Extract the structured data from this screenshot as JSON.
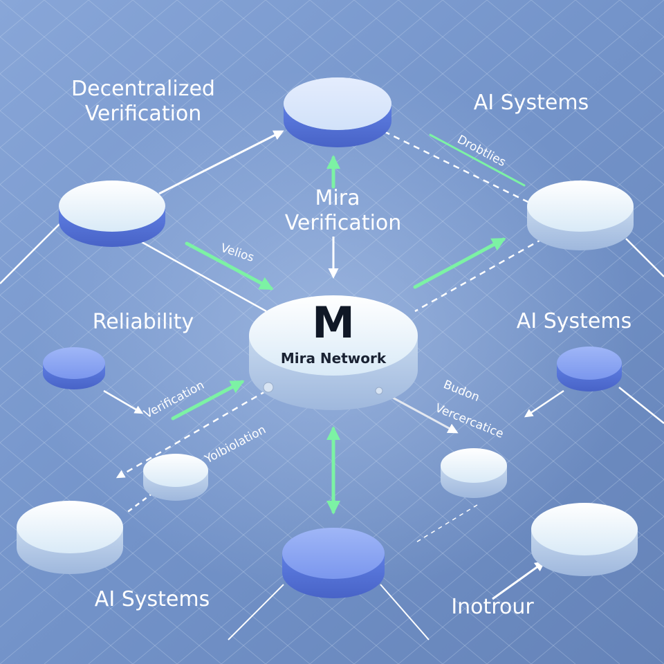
{
  "labels": {
    "decentralized_line1": "Decentralized",
    "decentralized_line2": "Verification",
    "ai_systems_top_right": "AI Systems",
    "mira_verification_line1": "Mira",
    "mira_verification_line2": "Verification",
    "reliability": "Reliability",
    "ai_systems_mid_right": "AI Systems",
    "ai_systems_bottom_left": "AI Systems",
    "inotrour": "Inotrour"
  },
  "edge_labels": {
    "drobtlies": "Drobtlies",
    "velios": "Velios",
    "verification": "Verification",
    "yolbiolation": "Yolbiolation",
    "budon": "Budon",
    "vercerative": "Vercercatice"
  },
  "center_node": {
    "logo": "M",
    "name": "Mira Network"
  },
  "colors": {
    "background": "#6f8fc4",
    "node_light": "#e9f3fb",
    "node_blue": "#6f8ef0",
    "arrow_green": "#7cf2a4",
    "arrow_white": "#ffffff"
  }
}
